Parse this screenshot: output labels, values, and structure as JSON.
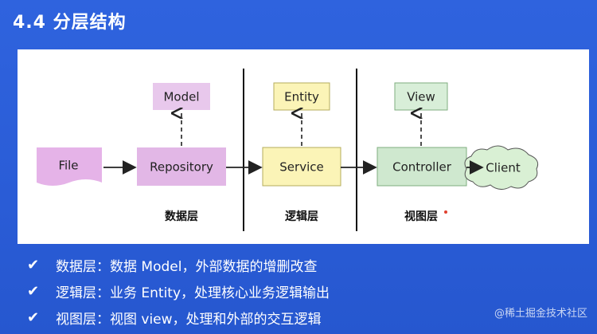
{
  "title": "4.4 分层结构",
  "diagram": {
    "boxes": {
      "file": "File",
      "repository": "Repository",
      "service": "Service",
      "controller": "Controller",
      "client": "Client",
      "model": "Model",
      "entity": "Entity",
      "view": "View"
    },
    "layers": {
      "data": "数据层",
      "logic": "逻辑层",
      "view": "视图层"
    }
  },
  "bullets": [
    "数据层：数据 Model，外部数据的增删改查",
    "逻辑层：业务 Entity，处理核心业务逻辑输出",
    "视图层：视图 view，处理和外部的交互逻辑"
  ],
  "check_glyph": "✔",
  "watermark": "@稀土掘金技术社区",
  "colors": {
    "background": "#2b5fd9",
    "repository": "#e2b7e6",
    "model": "#e8c8ec",
    "service": "#fbf4b7",
    "entity": "#fbf4b7",
    "controller": "#cfe8cf",
    "view": "#d8eed8",
    "file": "#e5b3e8",
    "client": "#d9f0d4"
  }
}
